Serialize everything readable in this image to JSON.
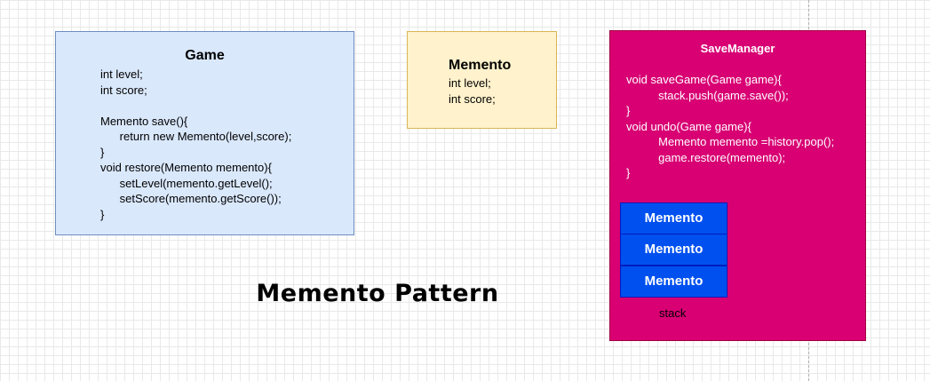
{
  "game": {
    "title": "Game",
    "code": "int level;\nint score;\n\nMemento save(){\n      return new Memento(level,score);\n}\nvoid restore(Memento memento){\n      setLevel(memento.getLevel();\n      setScore(memento.getScore());\n}"
  },
  "memento": {
    "title": "Memento",
    "code": "int level;\nint score;"
  },
  "savemanager": {
    "title": "SaveManager",
    "code": "void saveGame(Game game){\n          stack.push(game.save());\n}\nvoid undo(Game game){\n          Memento memento =history.pop();\n          game.restore(memento);\n}",
    "stack_items": [
      "Memento",
      "Memento",
      "Memento"
    ],
    "stack_label": "stack"
  },
  "diagram_title": "Memento Pattern",
  "colors": {
    "game_fill": "#dae8fc",
    "memento_fill": "#fff2cc",
    "savemanager_fill": "#d80073",
    "stack_fill": "#0050ef"
  }
}
